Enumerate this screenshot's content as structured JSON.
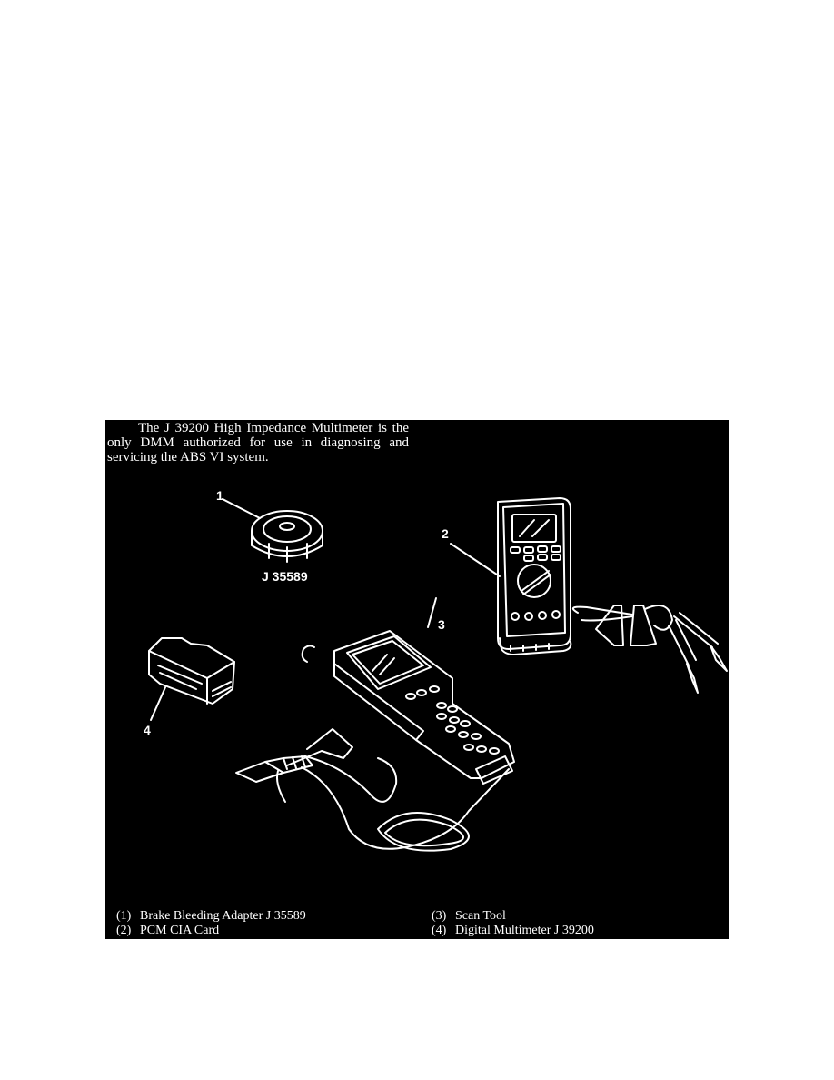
{
  "intro": {
    "text": "The J 39200 High Impedance Multimeter is the only DMM authorized for use in diagnosing and servicing the ABS VI system."
  },
  "figure": {
    "callouts": [
      "1",
      "2",
      "3",
      "4"
    ],
    "tool_label": "J 35589"
  },
  "captions": {
    "left": [
      {
        "num": "(1)",
        "text": "Brake Bleeding Adapter J 35589"
      },
      {
        "num": "(2)",
        "text": "PCM CIA Card"
      }
    ],
    "right": [
      {
        "num": "(3)",
        "text": "Scan Tool"
      },
      {
        "num": "(4)",
        "text": "Digital Multimeter J 39200"
      }
    ]
  },
  "colors": {
    "panel_bg": "#000000",
    "line": "#ffffff",
    "page_bg": "#ffffff"
  }
}
